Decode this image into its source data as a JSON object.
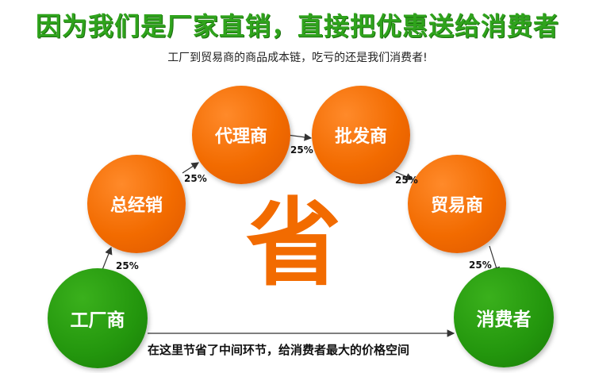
{
  "header": {
    "headline": "因为我们是厂家直销，直接把优惠送给消费者",
    "subline": "工厂到贸易商的商品成本链，吃亏的还是我们消费者!"
  },
  "nodes": {
    "factory": "工厂商",
    "general_distributor": "总经销",
    "agent": "代理商",
    "wholesaler": "批发商",
    "trader": "贸易商",
    "consumer": "消费者"
  },
  "percentages": {
    "factory_to_general": "25%",
    "general_to_agent": "25%",
    "agent_to_wholesaler": "25%",
    "wholesaler_to_trader": "25%",
    "trader_to_consumer": "25%"
  },
  "center_char": "省",
  "bottom_text": "在这里节省了中间环节，给消费者最大的价格空间",
  "colors": {
    "headline_green": "#2fa31c",
    "node_orange": "#f26b00",
    "node_green": "#23960d"
  }
}
